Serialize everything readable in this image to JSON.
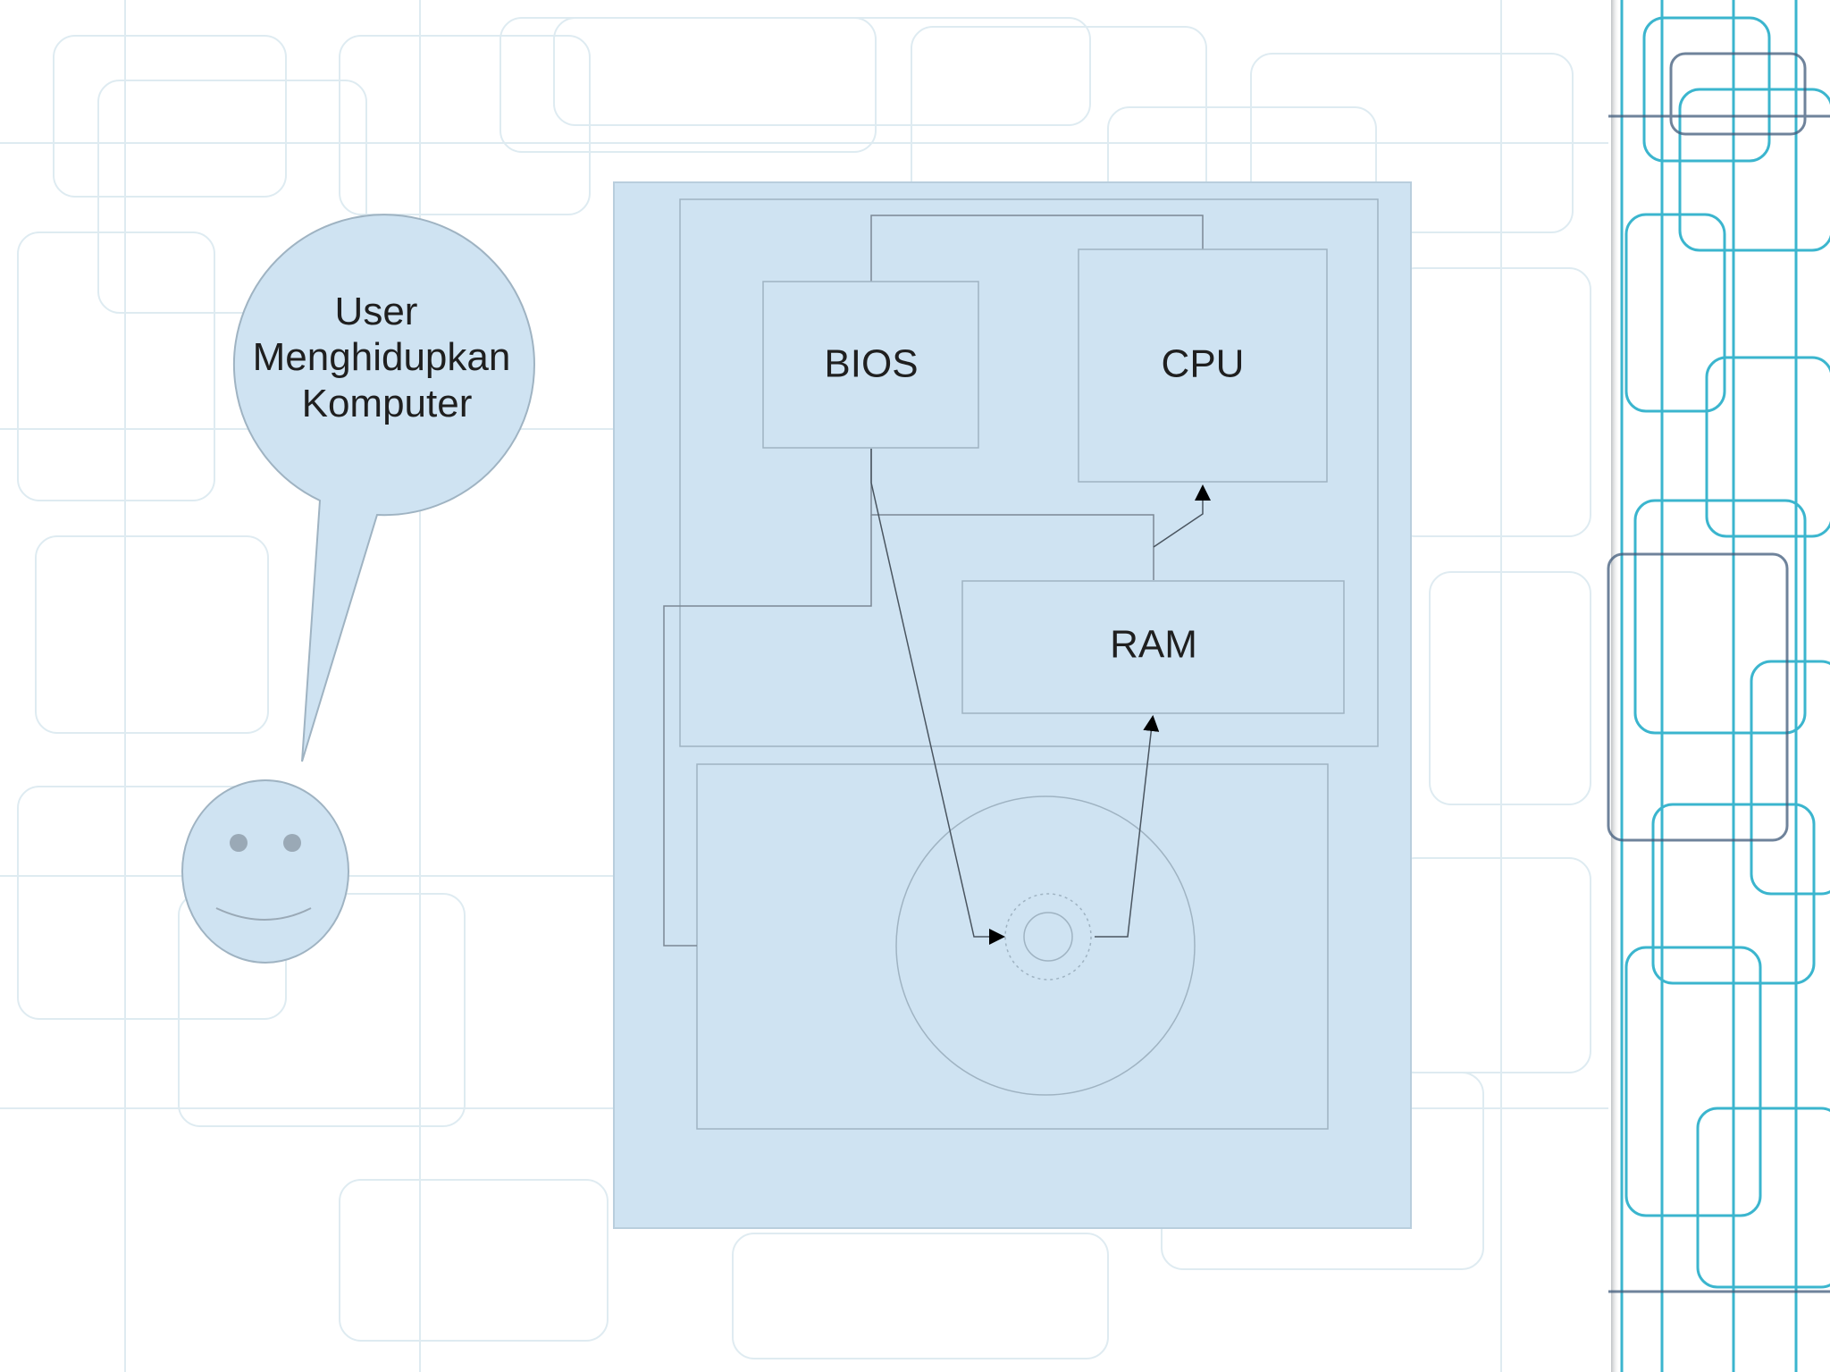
{
  "diagram": {
    "speech_bubble": {
      "lines": [
        "User",
        "Menghidupkan",
        "Komputer"
      ]
    },
    "nodes": {
      "bios": "BIOS",
      "cpu": "CPU",
      "ram": "RAM"
    },
    "colors": {
      "background": "#ffffff",
      "panel_fill": "#cfe3f2",
      "panel_stroke": "#b9cedd",
      "line": "#5a6470",
      "text": "#1f1f1f",
      "face_fill": "#cfe3f2",
      "eye": "#9aa9b6",
      "accent_lines": "#1aa9c6",
      "dark_lines": "#3f5a7a"
    }
  }
}
